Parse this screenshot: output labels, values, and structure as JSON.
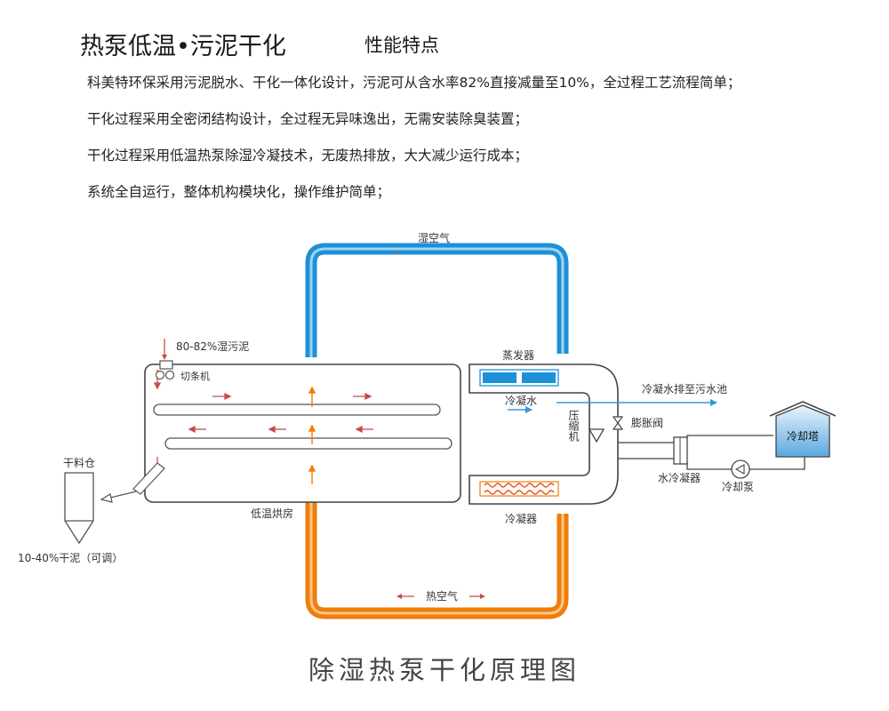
{
  "header": {
    "main_title": "热泵低温•污泥干化",
    "sub_title": "性能特点"
  },
  "features": [
    "科美特环保采用污泥脱水、干化一体化设计，污泥可从含水率82%直接减量至10%，全过程工艺流程简单；",
    "干化过程采用全密闭结构设计，全过程无异味逸出，无需安装除臭装置；",
    "干化过程采用低温热泵除湿冷凝技术，无废热排放，大大减少运行成本；",
    "系统全自运行，整体机构模块化，操作维护简单；"
  ],
  "diagram": {
    "labels": {
      "wet_air": "湿空气",
      "hot_air": "热空气",
      "wet_sludge_input": "80-82%湿污泥",
      "cutter": "切条机",
      "drying_room": "低温烘房",
      "dry_bin": "干料仓",
      "dry_sludge_output": "10-40%干泥（可调）",
      "evaporator": "蒸发器",
      "condensate": "冷凝水",
      "compressor": "压缩机",
      "expansion_valve": "膨胀阀",
      "condenser": "冷凝器",
      "condensate_drain": "冷凝水排至污水池",
      "water_condenser": "水冷凝器",
      "cooling_pump": "冷却泵",
      "cooling_tower": "冷却塔"
    },
    "colors": {
      "wet_air_blue": "#1e90d8",
      "hot_air_orange": "#f07d0c",
      "duct_light": "#e3f3fb",
      "arrow_red": "#c94a4a",
      "flow_arrow": "#3399dd",
      "tower_blue": "#5aa8e0"
    }
  },
  "caption": "除湿热泵干化原理图"
}
